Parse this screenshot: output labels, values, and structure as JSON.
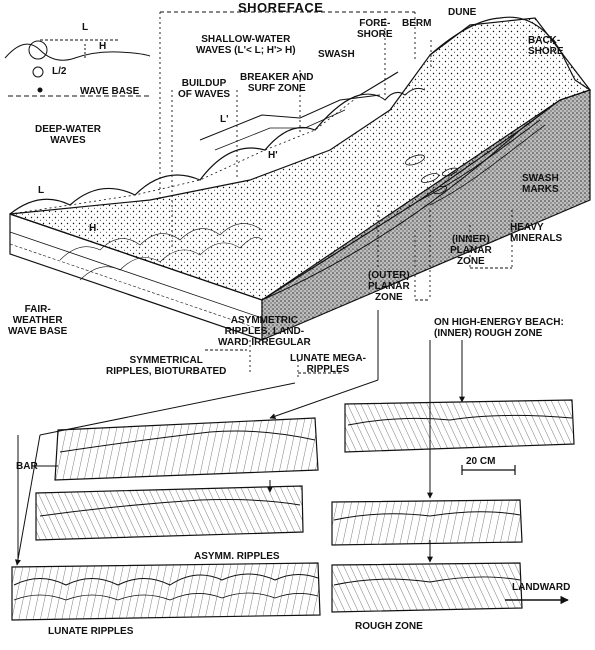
{
  "shoreface_label": "SHOREFACE",
  "foreshore_label": "FORE-\nSHORE",
  "berm_label": "BERM",
  "dune_label": "DUNE",
  "backshore_label": "BACK-\nSHORE",
  "swash_label": "SWASH",
  "shallow_water_label": "SHALLOW-WATER\nWAVES (L'< L; H'> H)",
  "buildup_label": "BUILDUP\nOF WAVES",
  "breaker_label": "BREAKER AND\nSURF ZONE",
  "deep_water_label": "DEEP-WATER\nWAVES",
  "wave_base_label": "WAVE BASE",
  "inset_l": "L",
  "inset_h": "H",
  "inset_l2": "L/2",
  "wave_l": "L",
  "wave_l_prime": "L'",
  "wave_h": "H",
  "wave_h_prime": "H'",
  "swash_marks_label": "SWASH\nMARKS",
  "heavy_minerals_label": "HEAVY\nMINERALS",
  "inner_planar_label": "(INNER)\nPLANAR\nZONE",
  "outer_planar_label": "(OUTER)\nPLANAR\nZONE",
  "high_energy_label": "ON HIGH-ENERGY BEACH:\n(INNER) ROUGH ZONE",
  "fair_weather_label": "FAIR-\nWEATHER\nWAVE BASE",
  "asym_ripples_label": "ASYMMETRIC\nRIPPLES, LAND-\nWARD IRREGULAR",
  "symm_ripples_label": "SYMMETRICAL\nRIPPLES, BIOTURBATED",
  "lunate_mega_label": "LUNATE MEGA-\nRIPPLES",
  "bar_label": "BAR",
  "scale_label": "20 CM",
  "asymm_ripples_label": "ASYMM. RIPPLES",
  "lunate_ripples_label": "LUNATE RIPPLES",
  "rough_zone_label": "ROUGH ZONE",
  "landward_label": "LANDWARD",
  "colors": {
    "ink": "#111111",
    "paper": "#ffffff",
    "shade": "#9a9a9a"
  }
}
